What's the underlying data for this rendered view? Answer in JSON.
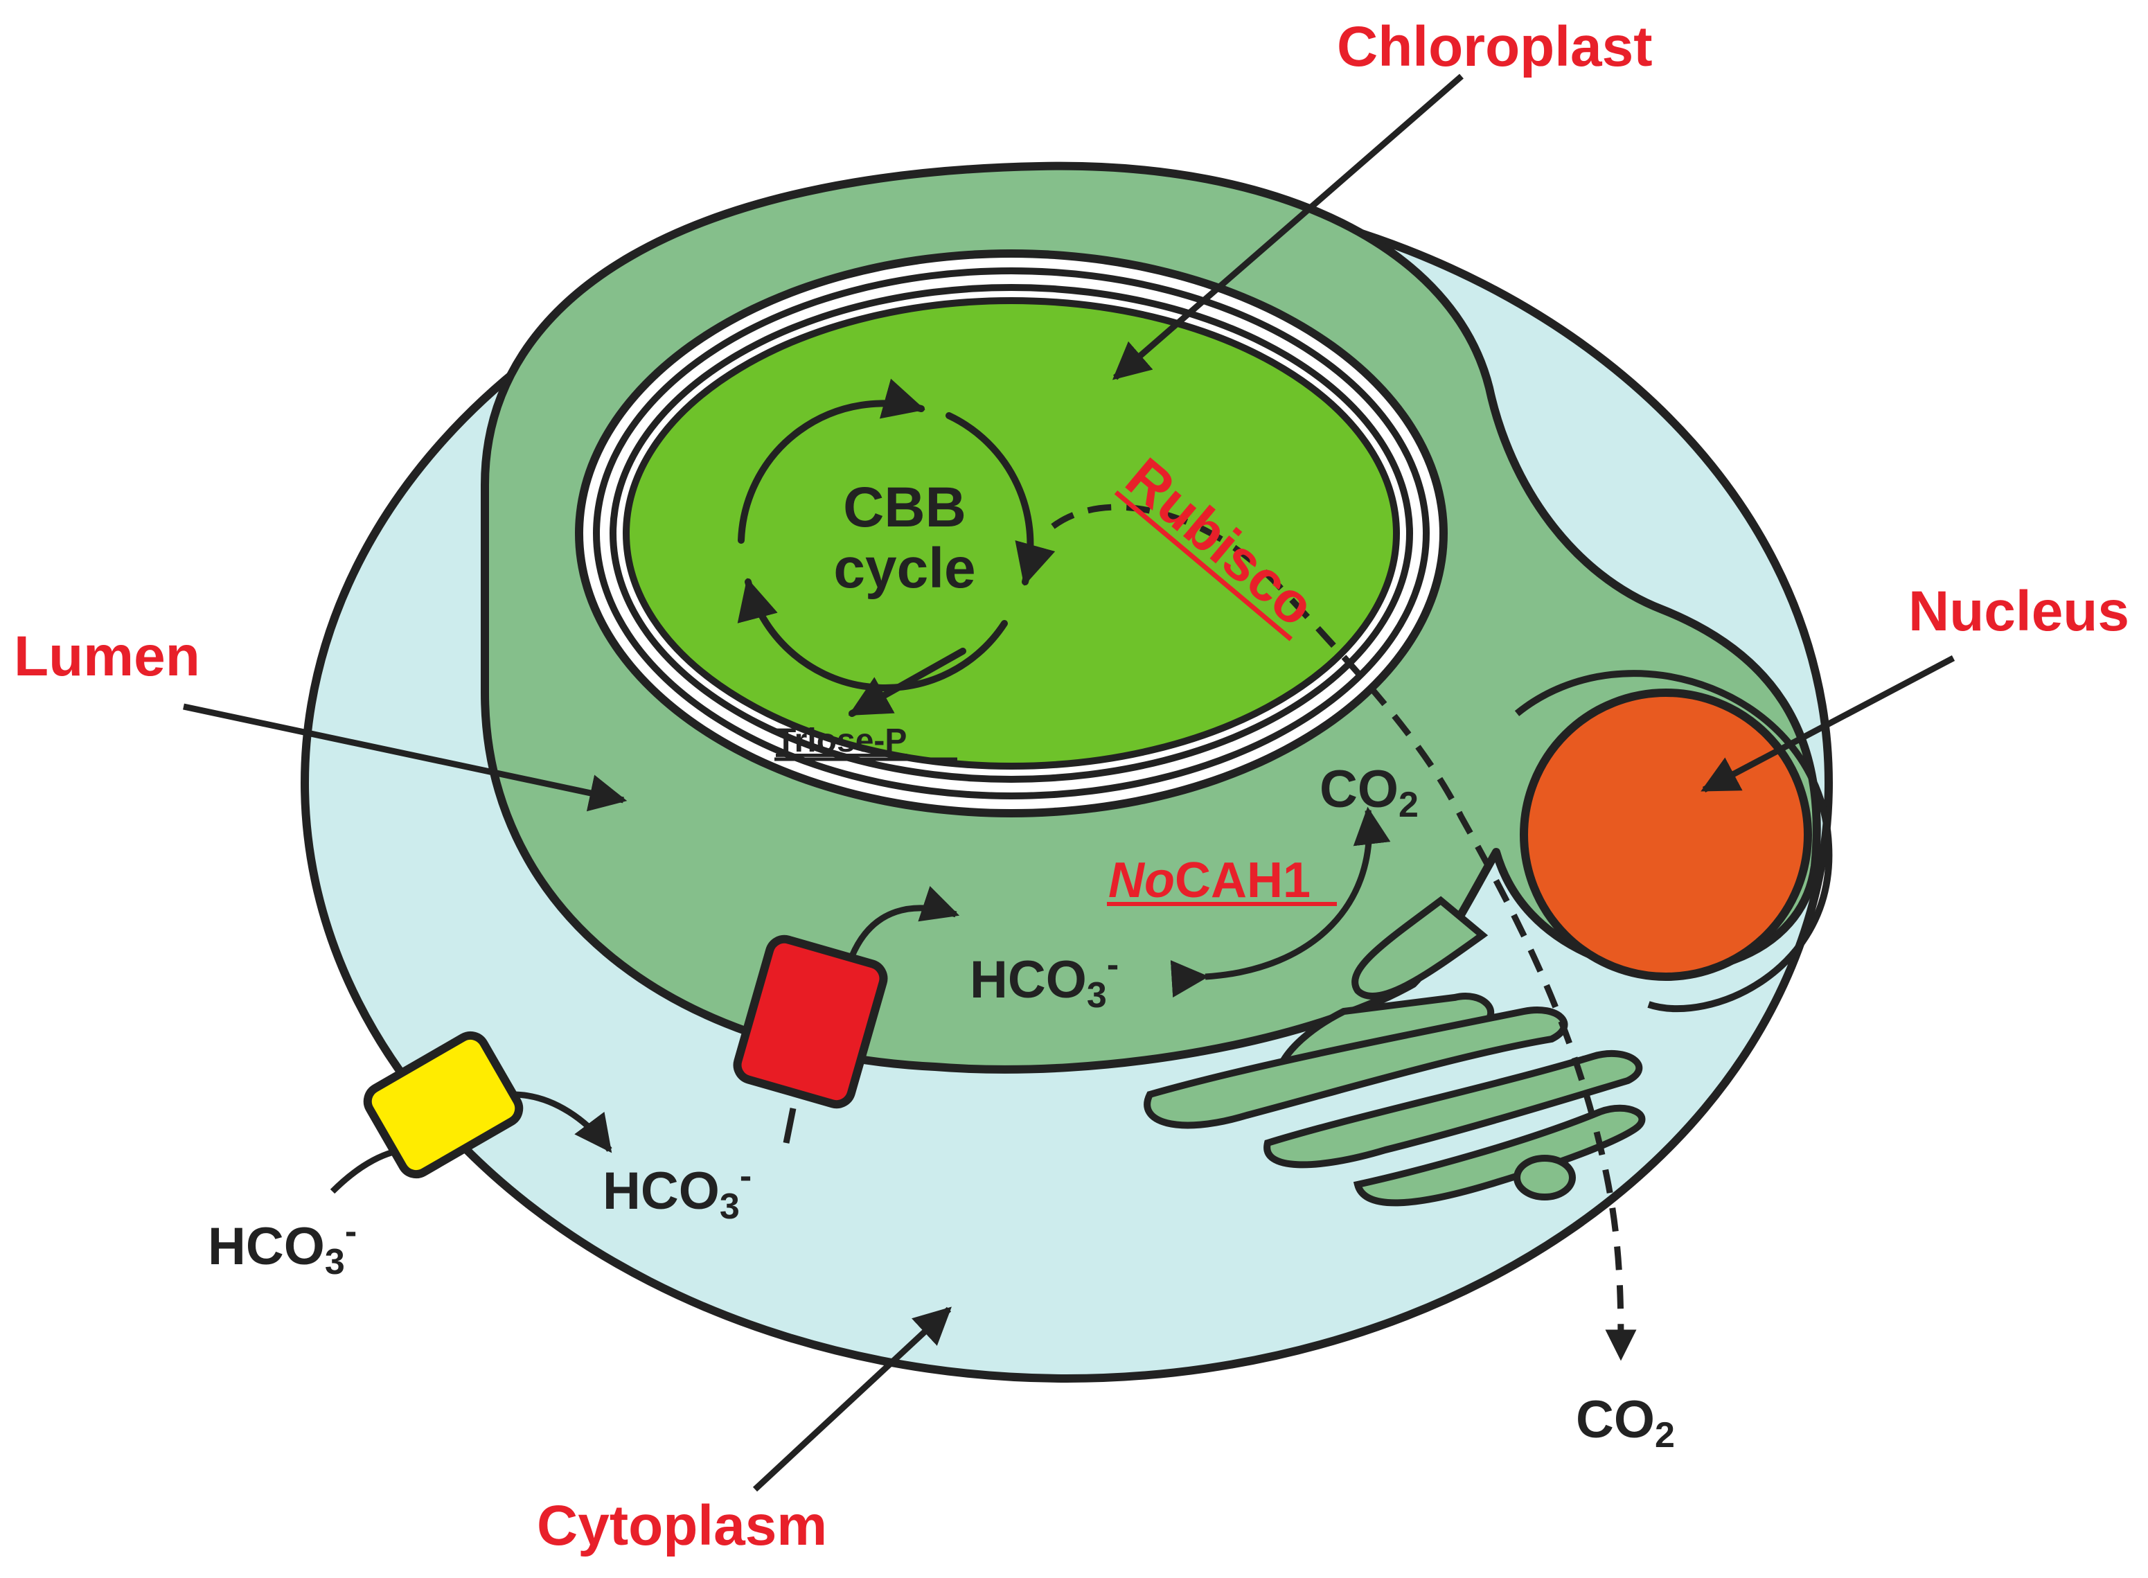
{
  "labels": {
    "chloroplast": "Chloroplast",
    "nucleus": "Nucleus",
    "lumen": "Lumen",
    "cytoplasm": "Cytoplasm",
    "rubisco": "Rubisco",
    "cbb_line1": "CBB",
    "cbb_line2": "cycle",
    "triose": "Triose-P",
    "nocah_italic": "No",
    "nocah_rest": "CAH1",
    "co2_inner": "CO",
    "co2_outer": "CO",
    "co2_sub": "2",
    "hco3_base": "HCO",
    "hco3_sub": "3",
    "hco3_sup": "-"
  },
  "colors": {
    "cell_fill": "#cdeced",
    "er_fill": "#85bf8b",
    "stroma_fill": "#6ec22a",
    "nucleus_fill": "#e85a20",
    "transporter_yellow": "#ffec00",
    "transporter_red": "#e81c24",
    "label_red": "#e8202a",
    "outline": "#222222"
  }
}
